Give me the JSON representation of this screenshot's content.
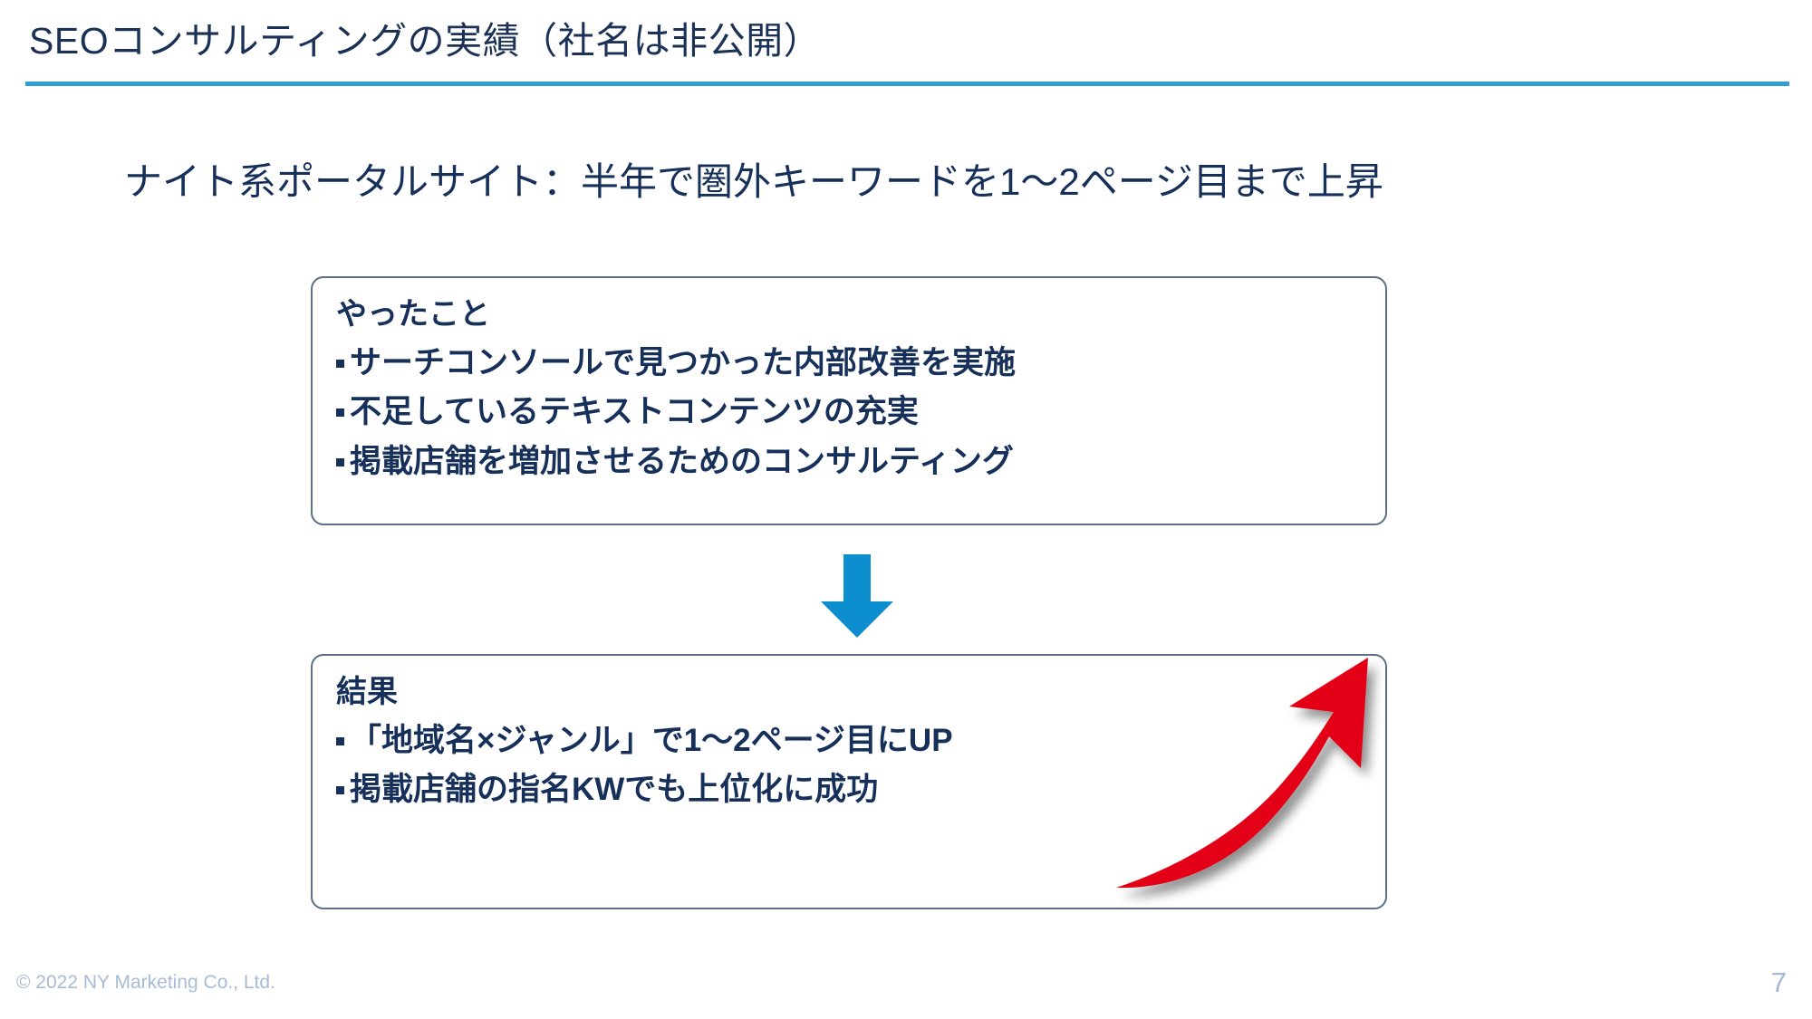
{
  "slide": {
    "title": "SEOコンサルティングの実績（社名は非公開）",
    "subtitle": "ナイト系ポータルサイト：半年で圏外キーワードを1〜2ページ目まで上昇",
    "accent_color": "#2fa0d4",
    "text_color": "#16305a",
    "box_border_color": "#5d6e86",
    "arrow_blue_color": "#0d8ecf",
    "arrow_red_color": "#e30613"
  },
  "panels": [
    {
      "heading": "やったこと",
      "items": [
        "サーチコンソールで見つかった内部改善を実施",
        "不足しているテキストコンテンツの充実",
        "掲載店舗を増加させるためのコンサルティング"
      ]
    },
    {
      "heading": "結果",
      "items": [
        "「地域名×ジャンル」で1〜2ページ目にUP",
        "掲載店舗の指名KWでも上位化に成功"
      ]
    }
  ],
  "connector": {
    "icon": "arrow-down-icon"
  },
  "decoration": {
    "icon": "curved-growth-arrow-icon"
  },
  "footer": {
    "copyright": "© 2022 NY Marketing Co., Ltd.",
    "page_number": "7"
  }
}
